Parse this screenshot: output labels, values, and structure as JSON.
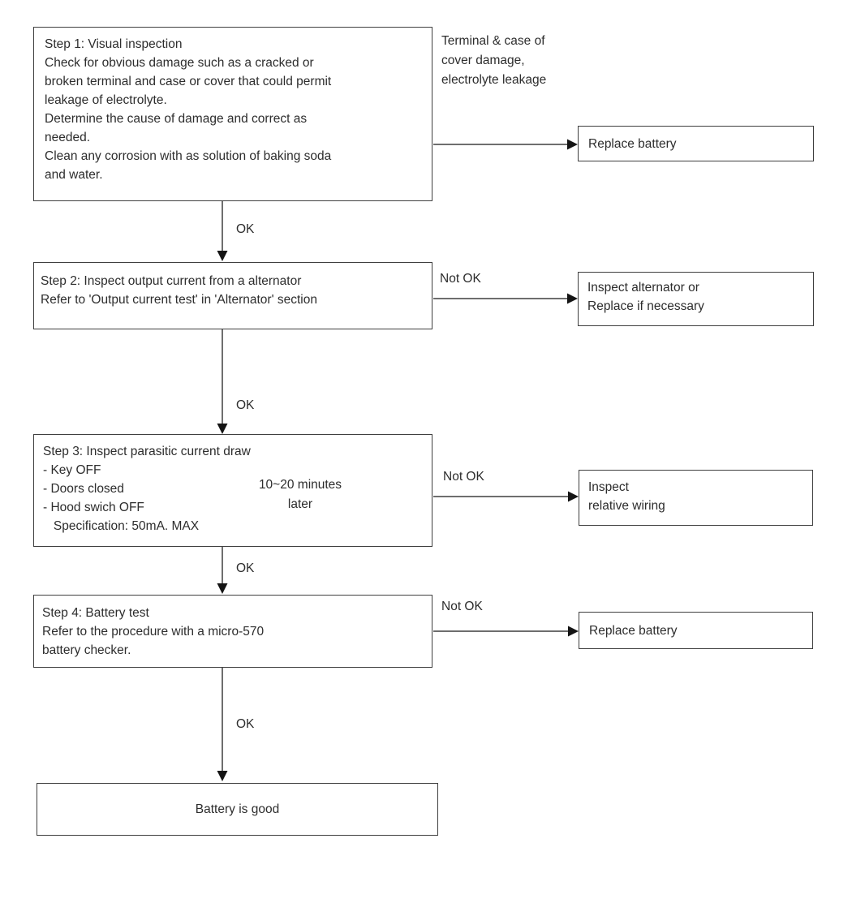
{
  "labels": {
    "ok": "OK",
    "not_ok": "Not OK"
  },
  "side_note": {
    "lines": [
      "Terminal & case of",
      "cover damage,",
      "electrolyte leakage"
    ]
  },
  "steps": {
    "step1": {
      "lines": [
        "Step 1: Visual inspection",
        "Check for obvious damage such as a cracked or",
        "broken terminal and case or cover that could permit",
        "leakage of electrolyte.",
        "Determine the cause of damage and correct as",
        "needed.",
        "Clean any corrosion with as solution of baking soda",
        "and water."
      ]
    },
    "step2": {
      "lines": [
        "Step 2: Inspect output current from a alternator",
        "Refer to 'Output current test' in 'Alternator' section"
      ]
    },
    "step3": {
      "lines": [
        "Step 3: Inspect parasitic current draw",
        "- Key OFF",
        "- Doors closed",
        "- Hood swich OFF",
        "   Specification: 50mA. MAX"
      ],
      "note": {
        "line1": "10~20 minutes",
        "line2": "later"
      }
    },
    "step4": {
      "lines": [
        "Step 4: Battery test",
        "Refer to the procedure with a micro-570",
        "battery checker."
      ]
    }
  },
  "outcomes": {
    "replace_battery_top": "Replace battery",
    "inspect_alternator": {
      "lines": [
        "Inspect alternator or",
        "Replace if necessary"
      ]
    },
    "inspect_wiring": {
      "lines": [
        "Inspect",
        "relative wiring"
      ]
    },
    "replace_battery_bottom": "Replace battery",
    "battery_good": "Battery is good"
  },
  "colors": {
    "line": "#3f3f3f",
    "arrowhead": "#141414",
    "text": "#2d2d2d",
    "background": "#ffffff"
  }
}
